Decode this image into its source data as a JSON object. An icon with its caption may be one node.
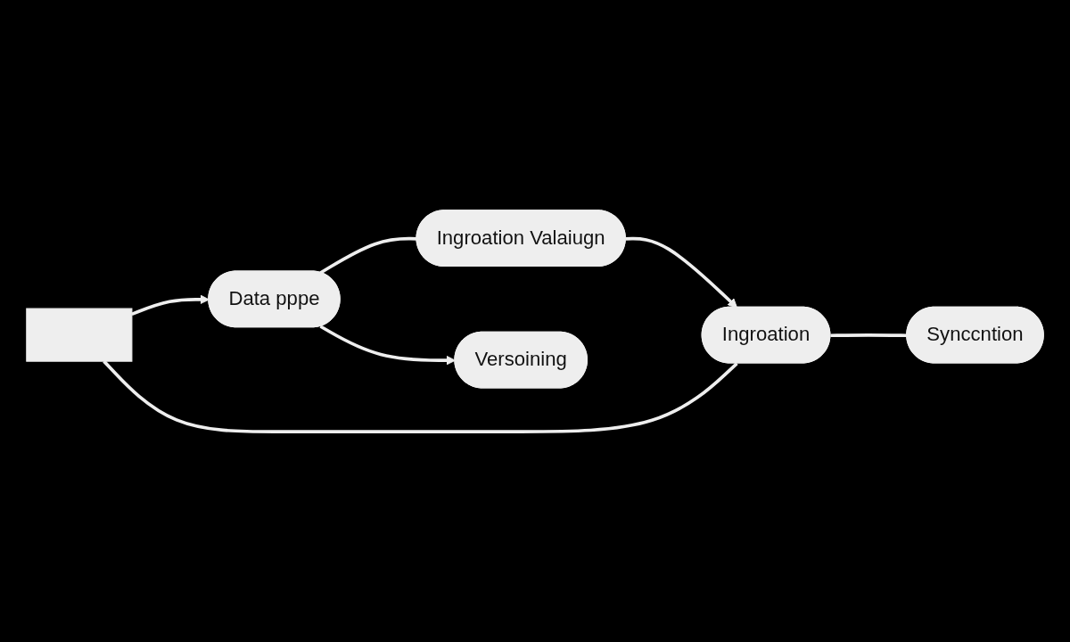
{
  "diagram": {
    "nodes": [
      {
        "text": [],
        "shape": "box"
      },
      {
        "text": [
          "Data pppe"
        ]
      },
      {
        "text": [
          "Ingroation Valaiugn"
        ]
      },
      {
        "text": [
          "Ingroation"
        ]
      },
      {
        "text": [
          "Versoining"
        ]
      },
      {
        "text": [
          "Synccntion"
        ]
      }
    ],
    "edges": [
      {
        "from": 3,
        "to": 0,
        "arrow": "none"
      },
      {
        "from": 0,
        "to": 1,
        "arrow": "to"
      },
      {
        "from": 1,
        "to": 4,
        "arrow": "to"
      },
      {
        "from": 1,
        "to": 2,
        "arrow": "none"
      },
      {
        "from": 2,
        "to": 3,
        "arrow": "to"
      },
      {
        "from": 3,
        "to": 5,
        "arrow": "none"
      }
    ]
  }
}
